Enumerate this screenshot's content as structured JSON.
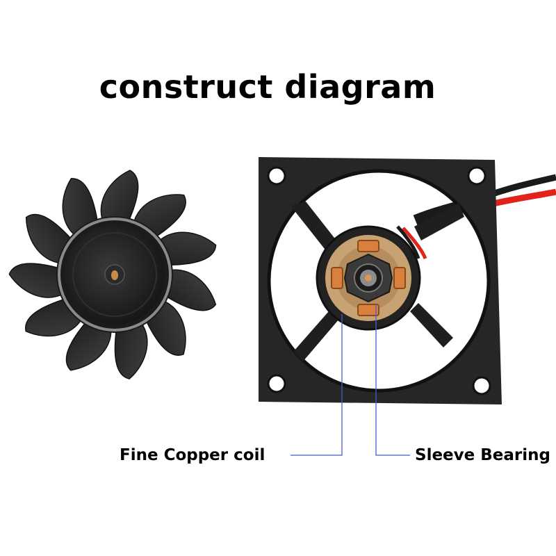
{
  "diagram": {
    "title": "construct diagram",
    "labels": {
      "coil": "Fine Copper coil",
      "bearing": "Sleeve Bearing"
    }
  },
  "colors": {
    "plastic": "#2b2b2b",
    "plastic_dark": "#161616",
    "copper": "#d9803f",
    "pcb": "#c9a273",
    "leader_line": "#4a5bd0",
    "wire_red": "#e0241b",
    "wire_black": "#1a1a1a"
  },
  "icons": [
    "fan-rotor-icon",
    "fan-frame-icon"
  ]
}
